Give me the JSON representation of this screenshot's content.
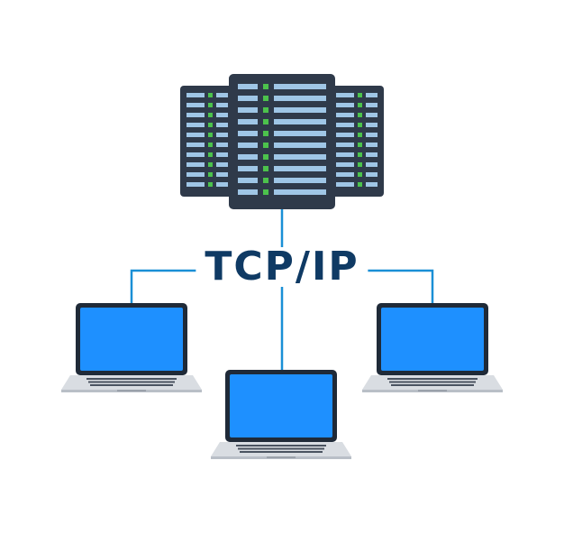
{
  "diagram": {
    "label": "TCP/IP",
    "nodes": [
      {
        "id": "server-rack",
        "kind": "server"
      },
      {
        "id": "laptop-left",
        "kind": "laptop"
      },
      {
        "id": "laptop-center",
        "kind": "laptop"
      },
      {
        "id": "laptop-right",
        "kind": "laptop"
      }
    ],
    "edges": [
      {
        "from": "server-rack",
        "to": "laptop-left"
      },
      {
        "from": "server-rack",
        "to": "laptop-center"
      },
      {
        "from": "server-rack",
        "to": "laptop-right"
      }
    ]
  },
  "colors": {
    "line": "#1a8fd6",
    "label": "#0f3a64",
    "server_body": "#2f3a4a",
    "server_slot": "#9fc6e6",
    "server_led": "#4cc24c",
    "screen": "#1e90ff",
    "laptop_frame": "#1f2a38",
    "laptop_base": "#d9dde2"
  }
}
